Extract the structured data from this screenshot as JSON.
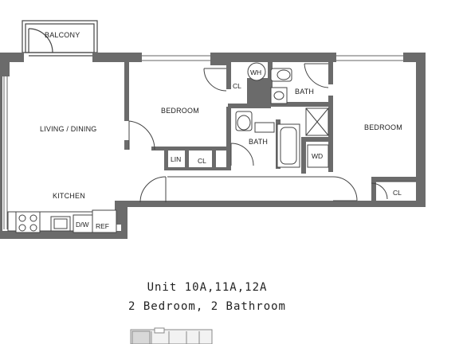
{
  "rooms": {
    "balcony": "BALCONY",
    "living_dining": "LIVING / DINING",
    "kitchen": "KITCHEN",
    "bedroom_left": "BEDROOM",
    "bedroom_right": "BEDROOM",
    "bath_top": "BATH",
    "bath_mid": "BATH",
    "cl_hall": "CL",
    "cl_lin_side": "CL",
    "cl_right": "CL",
    "lin": "LIN",
    "wh": "WH",
    "wd": "WD",
    "dw": "D/W",
    "ref": "REF"
  },
  "caption": {
    "unit": "Unit 10A,11A,12A",
    "type": "2 Bedroom, 2 Bathroom"
  },
  "colors": {
    "wall": "#6b6b6b",
    "line": "#444444",
    "background": "#ffffff"
  }
}
